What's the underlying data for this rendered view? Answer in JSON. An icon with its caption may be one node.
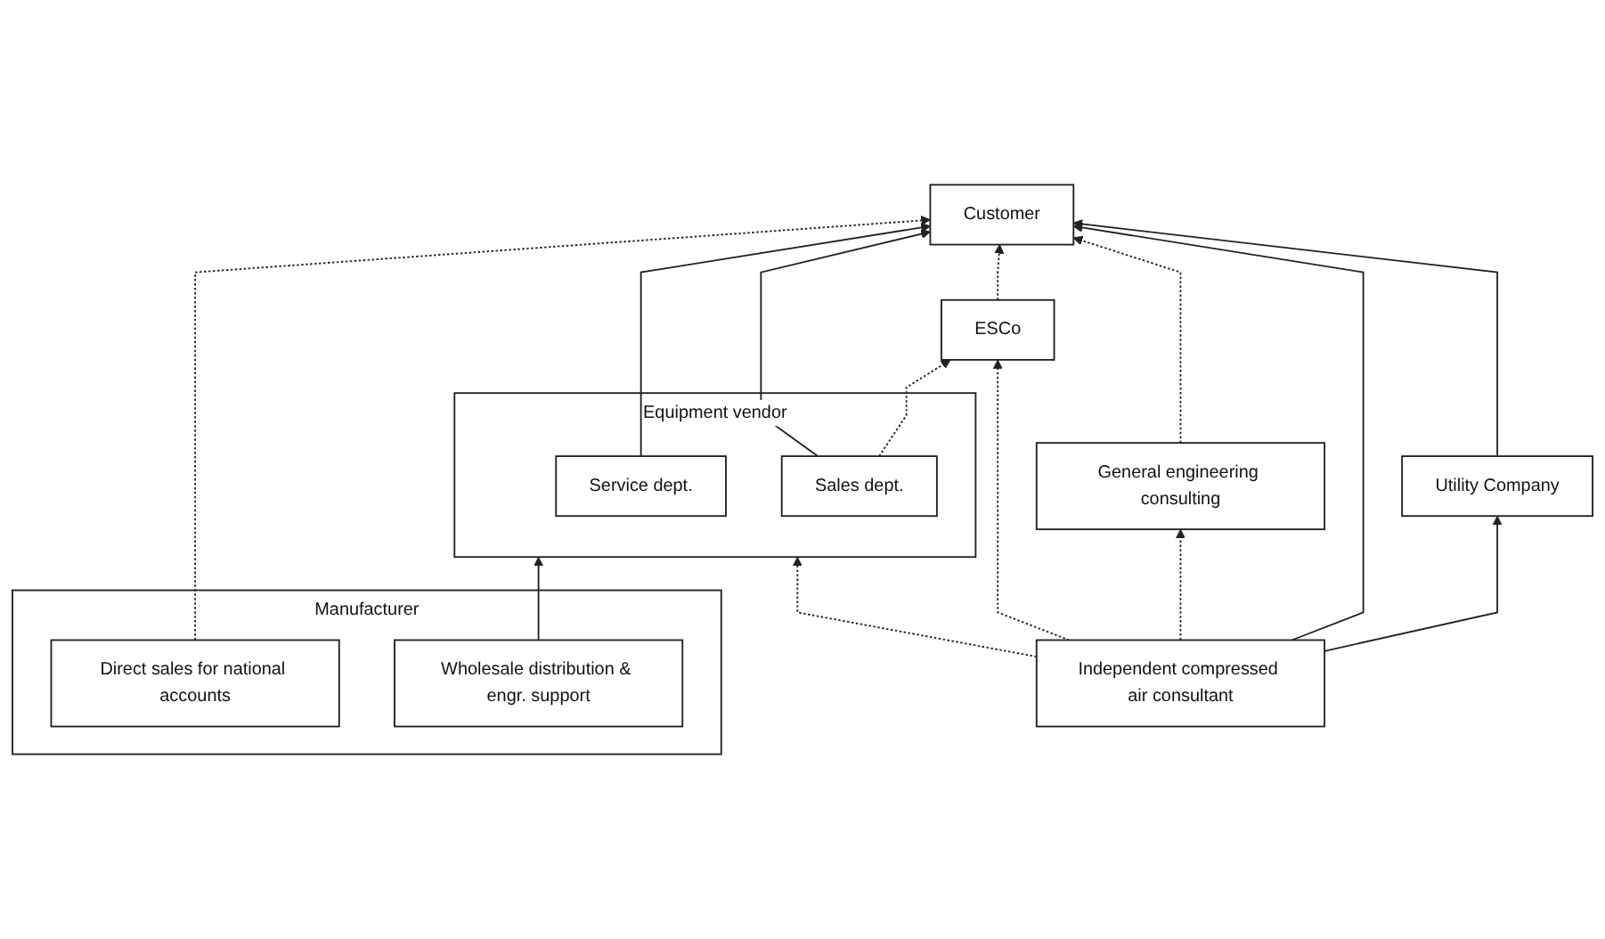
{
  "diagram": {
    "nodes": [
      {
        "text": [
          "Customer"
        ]
      },
      {
        "text": [
          "Equipment vendor"
        ]
      },
      {
        "text": [
          "Service dept."
        ],
        "in": 1
      },
      {
        "text": [
          "Sales dept."
        ],
        "in": 1
      },
      {
        "text": [
          "ESCo"
        ]
      },
      {
        "text": [
          "General engineering consulting"
        ]
      },
      {
        "text": [
          "Utility Company"
        ]
      },
      {
        "text": [
          "Manufacturer"
        ]
      },
      {
        "text": [
          "Direct sales for national accounts"
        ],
        "in": 7
      },
      {
        "text": [
          "Wholesale distribution & engr. support"
        ],
        "in": 7
      },
      {
        "text": [
          "Independent compressed air consultant"
        ]
      }
    ],
    "edges": [
      {
        "from": 8,
        "to": 0,
        "arrow": "to",
        "style": "dashed"
      },
      {
        "from": 2,
        "to": 0,
        "arrow": "to"
      },
      {
        "from": 3,
        "to": 0,
        "arrow": "to"
      },
      {
        "from": 3,
        "to": 4,
        "arrow": "to",
        "style": "dashed"
      },
      {
        "from": 4,
        "to": 0,
        "arrow": "to",
        "style": "dashed"
      },
      {
        "from": 9,
        "to": 1,
        "arrow": "to"
      },
      {
        "from": 10,
        "to": 1,
        "arrow": "to",
        "style": "dashed"
      },
      {
        "from": 10,
        "to": 4,
        "arrow": "to",
        "style": "dashed"
      },
      {
        "from": 10,
        "to": 5,
        "arrow": "to",
        "style": "dashed"
      },
      {
        "from": 5,
        "to": 0,
        "arrow": "to",
        "style": "dashed"
      },
      {
        "from": 10,
        "to": 0,
        "arrow": "to"
      },
      {
        "from": 10,
        "to": 6,
        "arrow": "to"
      },
      {
        "from": 6,
        "to": 0,
        "arrow": "to"
      }
    ]
  }
}
